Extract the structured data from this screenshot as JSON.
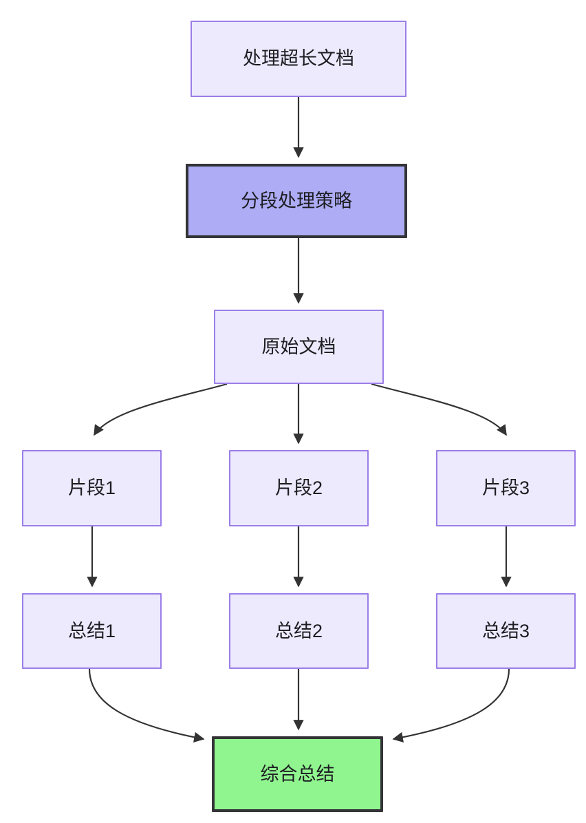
{
  "diagram": {
    "type": "flowchart",
    "direction": "top-down",
    "background_color": "#ffffff",
    "edge_color": "#333333",
    "styles": {
      "normal_fill": "#ECEAFC",
      "normal_stroke": "#9B7EE8",
      "emphasis_fill": "#ADACF5",
      "emphasis_stroke": "#343438",
      "terminal_fill": "#90F58F",
      "terminal_stroke": "#343438",
      "text_color": "#1d1d22"
    },
    "nodes": {
      "root": {
        "label": "处理超长文档",
        "style": "normal"
      },
      "strategy": {
        "label": "分段处理策略",
        "style": "emphasis"
      },
      "source_doc": {
        "label": "原始文档",
        "style": "normal"
      },
      "fragment_1": {
        "label": "片段1",
        "style": "normal"
      },
      "fragment_2": {
        "label": "片段2",
        "style": "normal"
      },
      "fragment_3": {
        "label": "片段3",
        "style": "normal"
      },
      "summary_1": {
        "label": "总结1",
        "style": "normal"
      },
      "summary_2": {
        "label": "总结2",
        "style": "normal"
      },
      "summary_3": {
        "label": "总结3",
        "style": "normal"
      },
      "final_summary": {
        "label": "综合总结",
        "style": "terminal"
      }
    },
    "edges": [
      {
        "from": "root",
        "to": "strategy",
        "shape": "straight"
      },
      {
        "from": "strategy",
        "to": "source_doc",
        "shape": "straight"
      },
      {
        "from": "source_doc",
        "to": "fragment_1",
        "shape": "curve"
      },
      {
        "from": "source_doc",
        "to": "fragment_2",
        "shape": "straight"
      },
      {
        "from": "source_doc",
        "to": "fragment_3",
        "shape": "curve"
      },
      {
        "from": "fragment_1",
        "to": "summary_1",
        "shape": "straight"
      },
      {
        "from": "fragment_2",
        "to": "summary_2",
        "shape": "straight"
      },
      {
        "from": "fragment_3",
        "to": "summary_3",
        "shape": "straight"
      },
      {
        "from": "summary_1",
        "to": "final_summary",
        "shape": "curve"
      },
      {
        "from": "summary_2",
        "to": "final_summary",
        "shape": "straight"
      },
      {
        "from": "summary_3",
        "to": "final_summary",
        "shape": "curve"
      }
    ]
  }
}
